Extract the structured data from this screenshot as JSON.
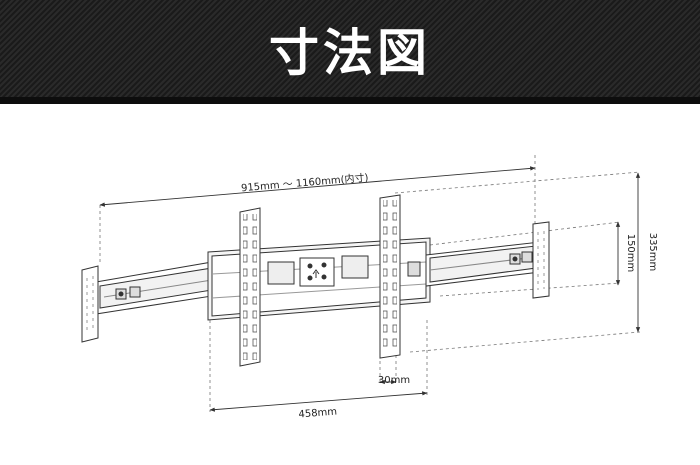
{
  "header": {
    "title": "寸法図"
  },
  "dimensions": {
    "width_range": "915mm ～ 1160mm(内寸)",
    "height_total": "335mm",
    "height_inner": "150mm",
    "plate_width": "458mm",
    "bracket_width": "30mm"
  },
  "colors": {
    "header_bg": "#1a1a1a",
    "header_text": "#ffffff",
    "line": "#333333"
  }
}
